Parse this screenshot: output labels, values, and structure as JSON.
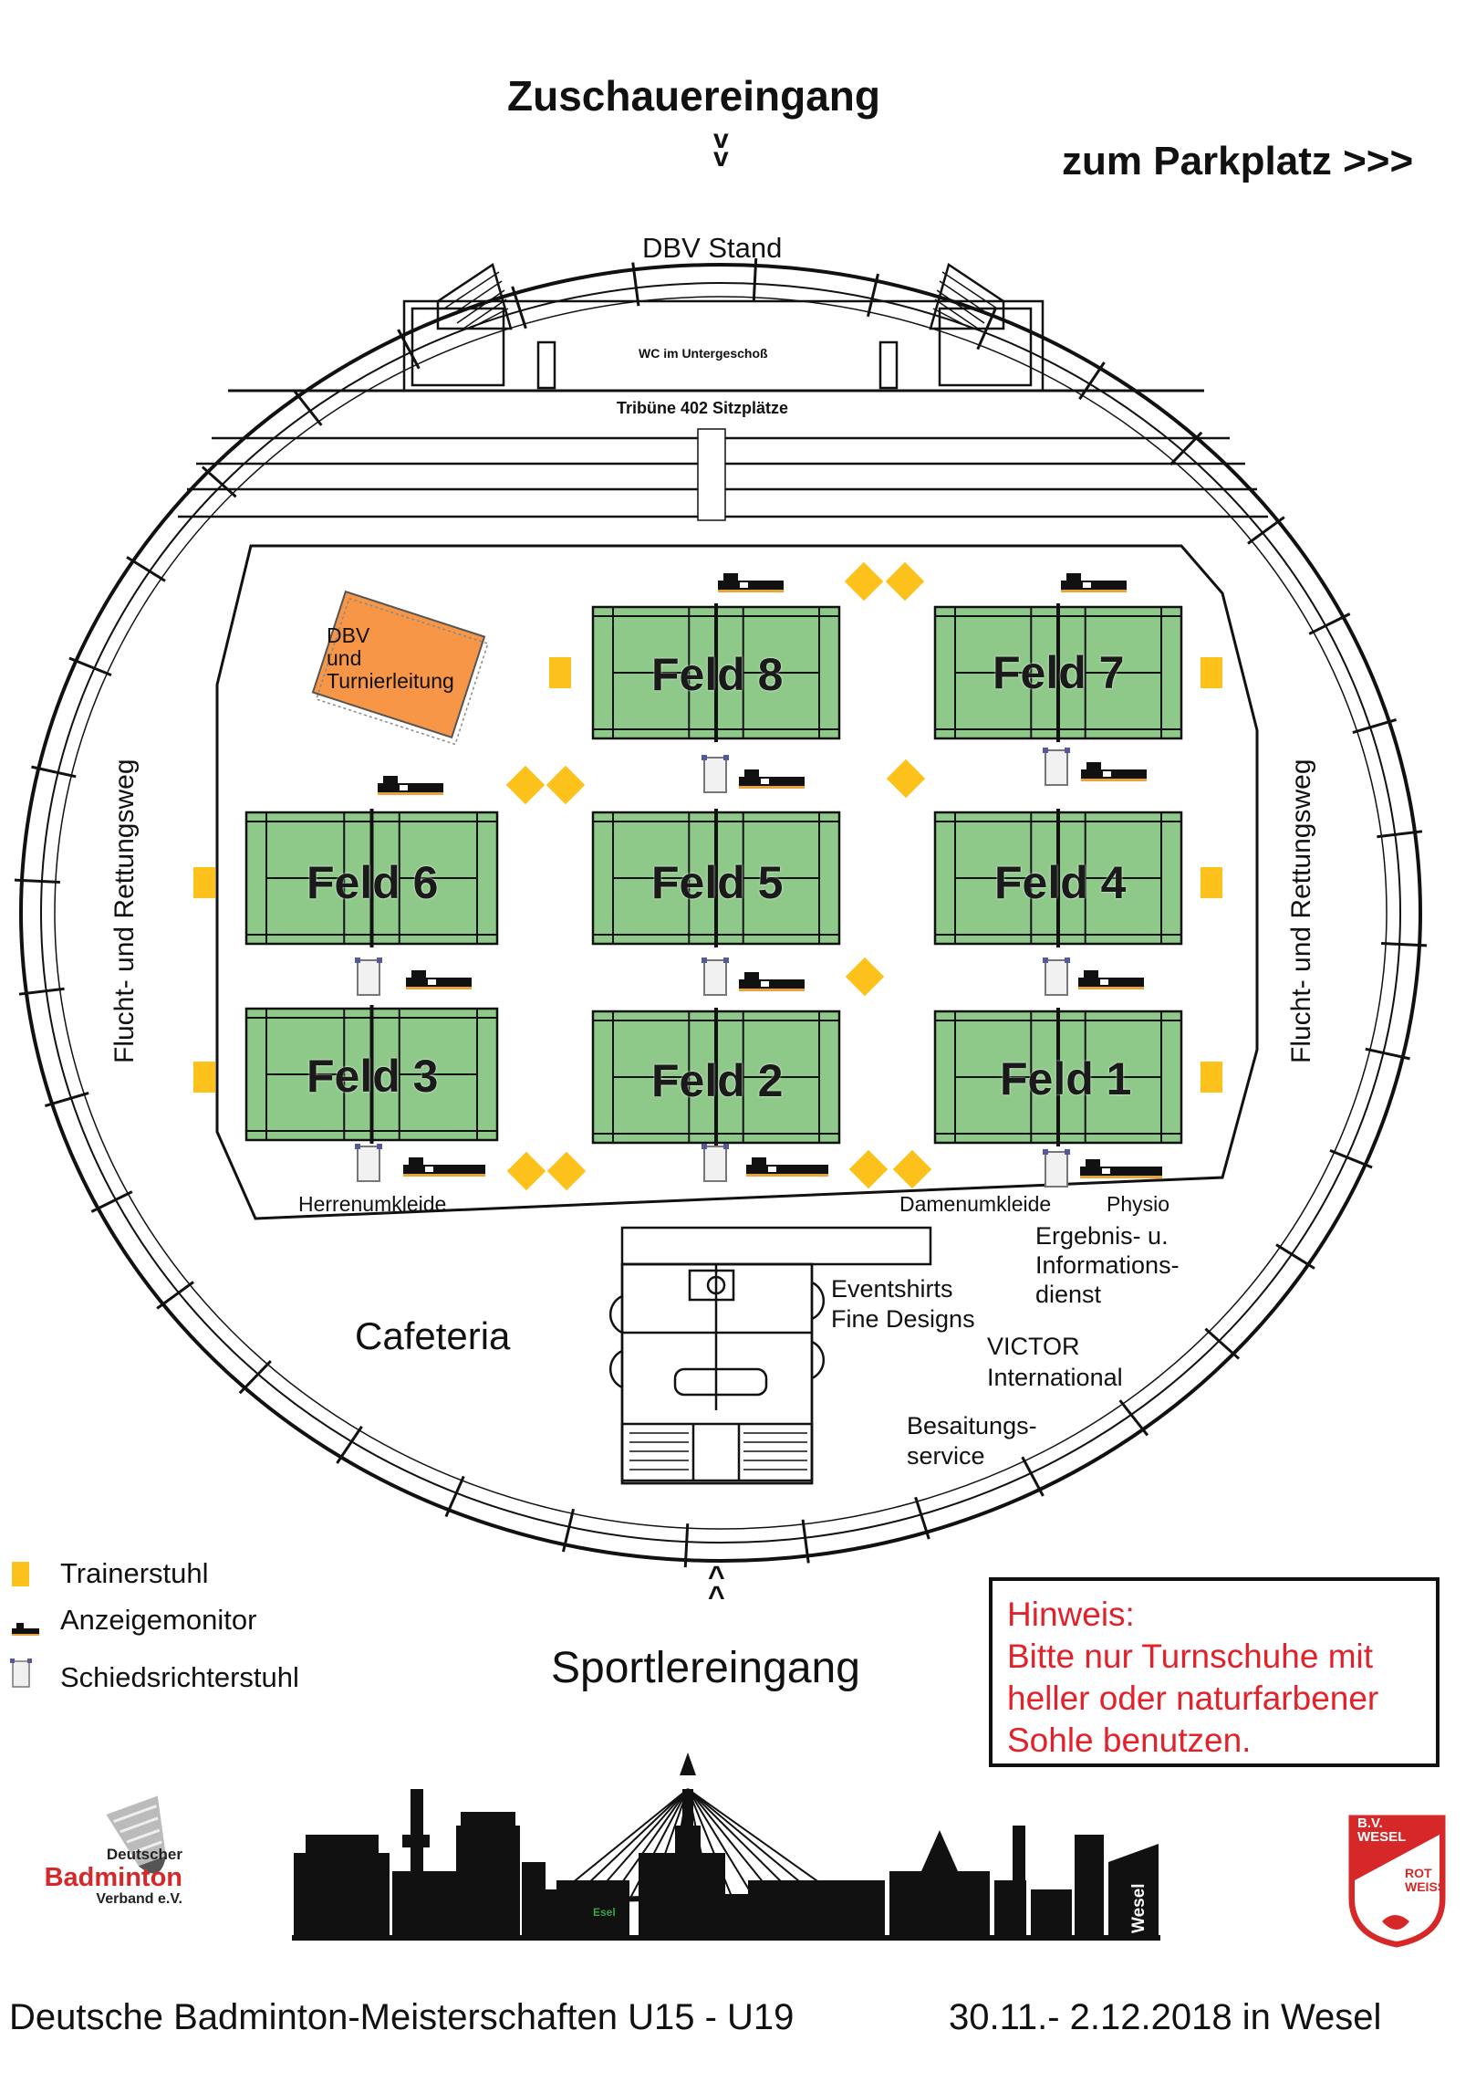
{
  "entrances": {
    "top_title": "Zuschauereingang",
    "top_arrow": "v\nv",
    "parking": "zum Parkplatz >>>",
    "bottom_title": "Sportlereingang",
    "bottom_arrow": "^\n^"
  },
  "venue_labels": {
    "dbv_stand": "DBV Stand",
    "wc": "WC im Untergeschoß",
    "tribune": "Tribüne 402 Sitzplätze",
    "escape_route": "Flucht- und Rettungsweg",
    "dbv_office": [
      "DBV",
      "und",
      "Turnierleitung"
    ],
    "men_locker": "Herrenumkleide",
    "women_locker": "Damenumkleide",
    "physio": "Physio",
    "results_service": [
      "Ergebnis- u.",
      "Informations-",
      "dienst"
    ],
    "cafeteria": "Cafeteria",
    "eventshirts": [
      "Eventshirts",
      "Fine Designs"
    ],
    "victor": [
      "VICTOR",
      "International"
    ],
    "stringing": [
      "Besaitungs-",
      "service"
    ]
  },
  "courts": [
    {
      "id": "feld-8",
      "label": "Feld 8"
    },
    {
      "id": "feld-7",
      "label": "Feld 7"
    },
    {
      "id": "feld-6",
      "label": "Feld 6"
    },
    {
      "id": "feld-5",
      "label": "Feld 5"
    },
    {
      "id": "feld-4",
      "label": "Feld 4"
    },
    {
      "id": "feld-3",
      "label": "Feld 3"
    },
    {
      "id": "feld-2",
      "label": "Feld 2"
    },
    {
      "id": "feld-1",
      "label": "Feld 1"
    }
  ],
  "legend": {
    "coach_chair": "Trainerstuhl",
    "monitor": "Anzeigemonitor",
    "umpire_chair": "Schiedsrichterstuhl"
  },
  "notice": [
    "Hinweis:",
    "Bitte nur Turnschuhe mit",
    "heller oder naturfarbener",
    "Sohle benutzen."
  ],
  "logos": {
    "dbv": [
      "Deutscher",
      "Badminton",
      "Verband e.V."
    ],
    "skyline_sign": "Wesel",
    "skyline_donkey": "Esel",
    "club": [
      "B.V.",
      "WESEL",
      "ROT",
      "WEISS"
    ]
  },
  "footer": {
    "event": "Deutsche Badminton-Meisterschaften U15 - U19",
    "dates": "30.11.- 2.12.2018 in Wesel"
  },
  "colors": {
    "court_green": "#8fc98a",
    "office_orange": "#f79646",
    "chair_yellow": "#fcc21b",
    "notice_red": "#e2222a"
  }
}
